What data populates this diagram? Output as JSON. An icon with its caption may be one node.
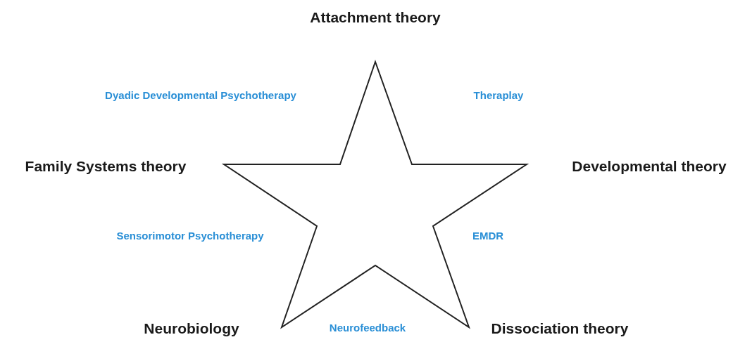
{
  "diagram": {
    "nodes": [
      {
        "text": [],
        "shape": "star"
      }
    ],
    "labels": [
      "Attachment theory",
      "Dyadic Developmental Psychotherapy",
      "Theraplay",
      "Family Systems theory",
      "Developmental theory",
      "Sensorimotor Psychotherapy",
      "EMDR",
      "Neurobiology",
      "Neurofeedback",
      "Dissociation theory"
    ]
  }
}
